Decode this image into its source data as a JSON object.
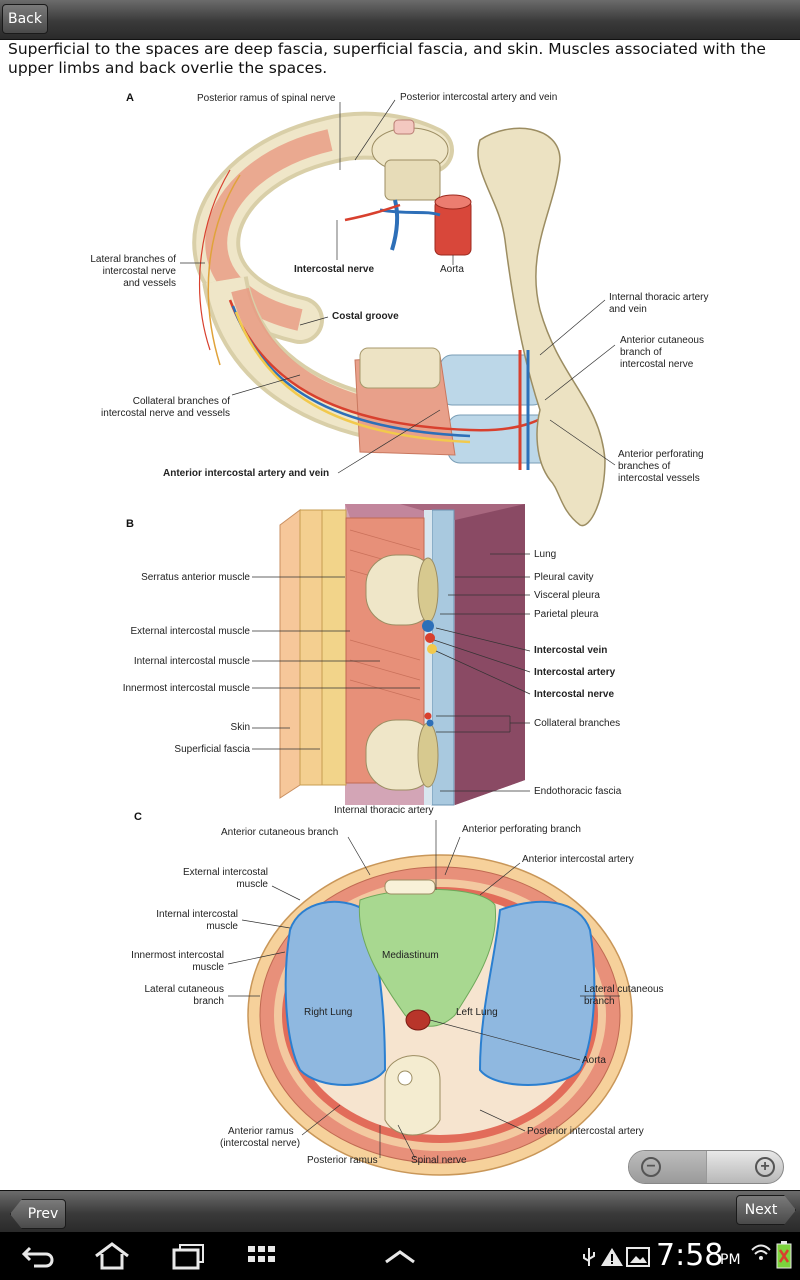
{
  "toolbar": {
    "back_label": "Back"
  },
  "intro_text": "Superficial to the spaces are deep fascia, superficial fascia, and skin. Muscles associated with the upper limbs and back overlie the spaces.",
  "figure": {
    "panel_a": {
      "letter": "A",
      "labels": {
        "posterior_ramus": "Posterior ramus of spinal nerve",
        "posterior_intercostal": "Posterior intercostal artery and vein",
        "lateral_branches_1": "Lateral branches of",
        "lateral_branches_2": "intercostal nerve",
        "lateral_branches_3": "and vessels",
        "intercostal_nerve": "Intercostal nerve",
        "aorta": "Aorta",
        "internal_thoracic_1": "Internal thoracic artery",
        "internal_thoracic_2": "and vein",
        "costal_groove": "Costal groove",
        "anterior_cutaneous_1": "Anterior cutaneous",
        "anterior_cutaneous_2": "branch of",
        "anterior_cutaneous_3": "intercostal nerve",
        "collateral_1": "Collateral branches of",
        "collateral_2": "intercostal nerve and vessels",
        "anterior_perforating_1": "Anterior perforating",
        "anterior_perforating_2": "branches of",
        "anterior_perforating_3": "intercostal vessels",
        "anterior_intercostal": "Anterior intercostal artery and vein"
      }
    },
    "panel_b": {
      "letter": "B",
      "labels": {
        "lung": "Lung",
        "serratus": "Serratus anterior muscle",
        "pleural_cavity": "Pleural cavity",
        "visceral_pleura": "Visceral pleura",
        "parietal_pleura": "Parietal pleura",
        "external_ic": "External intercostal muscle",
        "intercostal_vein": "Intercostal vein",
        "internal_ic": "Internal intercostal muscle",
        "intercostal_artery": "Intercostal artery",
        "innermost_ic": "Innermost intercostal muscle",
        "intercostal_nerve": "Intercostal nerve",
        "skin": "Skin",
        "collateral_branches": "Collateral branches",
        "superficial_fascia": "Superficial fascia",
        "endothoracic_fascia": "Endothoracic fascia"
      }
    },
    "panel_c": {
      "letter": "C",
      "labels": {
        "internal_thoracic_artery": "Internal thoracic artery",
        "anterior_cutaneous_branch": "Anterior cutaneous branch",
        "anterior_perforating_branch": "Anterior perforating branch",
        "anterior_intercostal_artery": "Anterior intercostal artery",
        "external_ic_1": "External intercostal",
        "external_ic_2": "muscle",
        "internal_ic_1": "Internal intercostal",
        "internal_ic_2": "muscle",
        "innermost_ic_1": "Innermost intercostal",
        "innermost_ic_2": "muscle",
        "mediastinum": "Mediastinum",
        "lateral_cutaneous_l1": "Lateral cutaneous",
        "lateral_cutaneous_l2": "branch",
        "lateral_cutaneous_r1": "Lateral cutaneous",
        "lateral_cutaneous_r2": "branch",
        "right_lung": "Right Lung",
        "left_lung": "Left Lung",
        "aorta": "Aorta",
        "anterior_ramus_1": "Anterior ramus",
        "anterior_ramus_2": "(intercostal nerve)",
        "posterior_intercostal_artery": "Posterior intercostal artery",
        "posterior_ramus": "Posterior ramus",
        "spinal_nerve": "Spinal nerve"
      }
    }
  },
  "nav": {
    "prev_label": "Prev",
    "next_label": "Next"
  },
  "status": {
    "time": "7:58",
    "ampm": "PM"
  },
  "colors": {
    "bar_dark": "#2a2a2a",
    "bone": "#ede3c4",
    "muscle": "#e8907a",
    "lung": "#8fb8e0",
    "mediastinum": "#a8d890",
    "artery": "#d8402e",
    "vein": "#2d6fb8",
    "nerve": "#f2c94c"
  }
}
